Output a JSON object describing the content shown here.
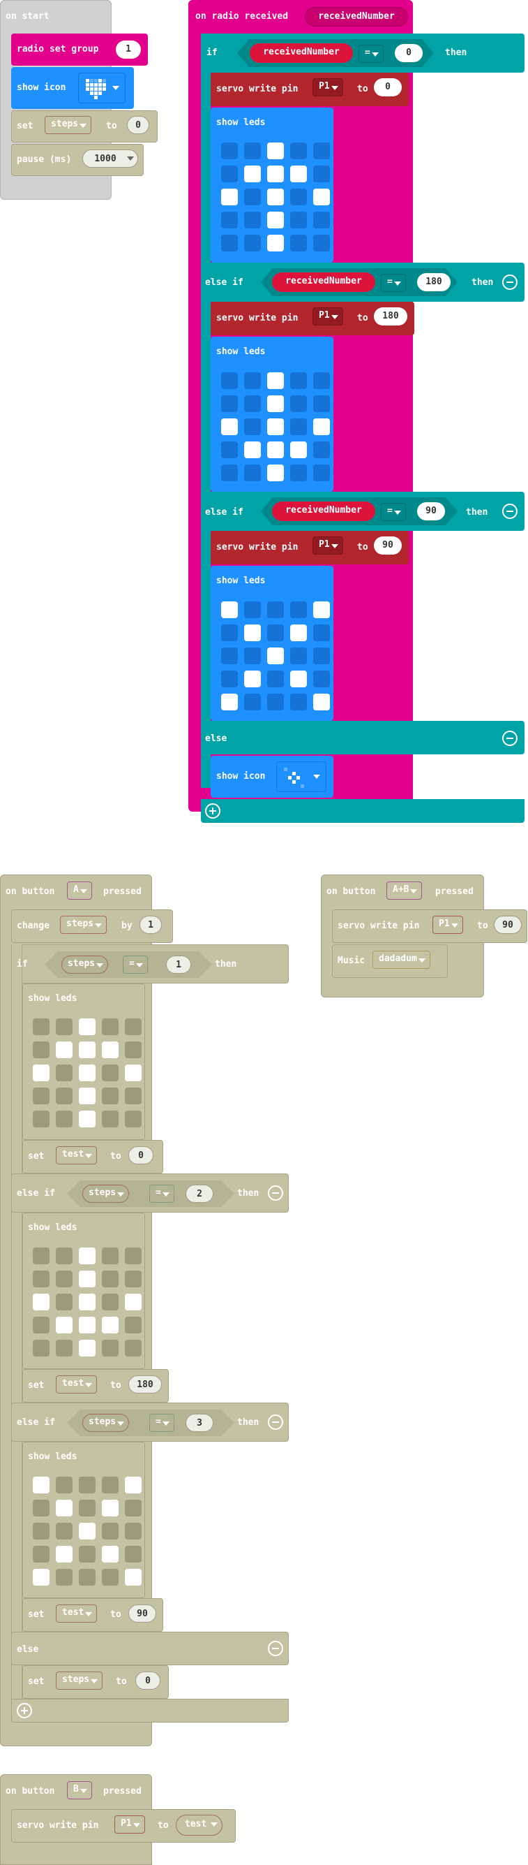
{
  "on_start": {
    "label": "on start",
    "radio_label": "radio set group",
    "radio_value": "1",
    "show_icon": "show icon",
    "set": "set",
    "var": "steps",
    "to": "to",
    "val": "0",
    "pause": "pause (ms)",
    "pause_val": "1000"
  },
  "radio_recv": {
    "label": "on radio received",
    "param": "receivedNumber",
    "if": "if",
    "elseif": "else if",
    "else": "else",
    "then": "then",
    "eq": "=",
    "servo": "servo write pin",
    "pin": "P1",
    "to": "to",
    "show_leds": "show leds",
    "show_icon": "show icon",
    "v0": "0",
    "v180": "180",
    "v90": "90"
  },
  "button_a": {
    "label": "on button",
    "btn": "A",
    "pressed": "pressed",
    "change": "change",
    "var": "steps",
    "by": "by",
    "by_val": "1",
    "if": "if",
    "elseif": "else if",
    "else": "else",
    "then": "then",
    "eq": "=",
    "c1": "1",
    "c2": "2",
    "c3": "3",
    "show_leds": "show leds",
    "set": "set",
    "test": "test",
    "to": "to",
    "s0": "0",
    "s180": "180",
    "s90": "90",
    "steps": "steps",
    "z": "0"
  },
  "button_ab": {
    "label": "on button",
    "btn": "A+B",
    "pressed": "pressed",
    "servo": "servo write pin",
    "pin": "P1",
    "to": "to",
    "val": "90",
    "music": "Music",
    "tune": "dadadum"
  },
  "button_b": {
    "label": "on button",
    "btn": "B",
    "pressed": "pressed",
    "servo": "servo write pin",
    "pin": "P1",
    "to": "to",
    "var": "test"
  },
  "leds": {
    "up": [
      "00100",
      "01110",
      "10101",
      "00100",
      "00100"
    ],
    "down": [
      "00100",
      "00100",
      "10101",
      "01110",
      "00100"
    ],
    "x": [
      "10001",
      "01010",
      "00100",
      "01010",
      "10001"
    ]
  },
  "colors": {
    "events": "#e3008c",
    "basic": "#1e90ff",
    "logic": "#00a4a6",
    "servo": "#b2262e",
    "disabled": "#c3c3a3"
  }
}
